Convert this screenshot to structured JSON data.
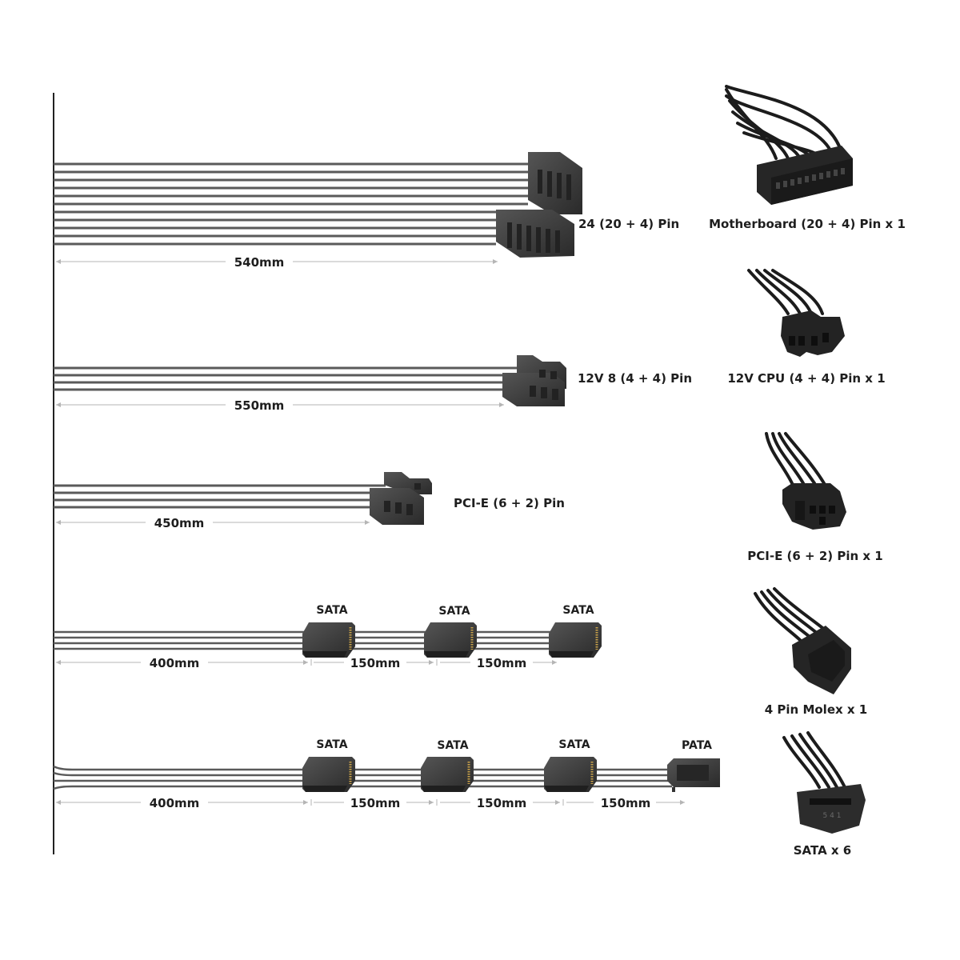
{
  "cables": [
    {
      "connector_label": "24 (20 + 4) Pin",
      "segments": [
        {
          "length": "540mm"
        }
      ]
    },
    {
      "connector_label": "12V 8 (4 + 4) Pin",
      "segments": [
        {
          "length": "550mm"
        }
      ]
    },
    {
      "connector_label": "PCI-E (6 + 2) Pin",
      "segments": [
        {
          "length": "450mm"
        }
      ]
    },
    {
      "connectors": [
        "SATA",
        "SATA",
        "SATA"
      ],
      "segments": [
        {
          "length": "400mm"
        },
        {
          "length": "150mm"
        },
        {
          "length": "150mm"
        }
      ]
    },
    {
      "connectors": [
        "SATA",
        "SATA",
        "SATA",
        "PATA"
      ],
      "segments": [
        {
          "length": "400mm"
        },
        {
          "length": "150mm"
        },
        {
          "length": "150mm"
        },
        {
          "length": "150mm"
        }
      ]
    }
  ],
  "connector_list": [
    {
      "label": "Motherboard (20 + 4) Pin x 1",
      "icon": "motherboard-connector-icon"
    },
    {
      "label": "12V CPU (4 + 4) Pin x 1",
      "icon": "cpu-connector-icon"
    },
    {
      "label": "PCI-E (6 + 2) Pin x 1",
      "icon": "pcie-connector-icon"
    },
    {
      "label": "4 Pin Molex x 1",
      "icon": "molex-connector-icon"
    },
    {
      "label": "SATA x 6",
      "icon": "sata-connector-icon"
    }
  ],
  "colors": {
    "wire": "#595959",
    "connector": "#3a3a3a",
    "connector_dark": "#222222",
    "wire_black": "#1c1c1c"
  }
}
